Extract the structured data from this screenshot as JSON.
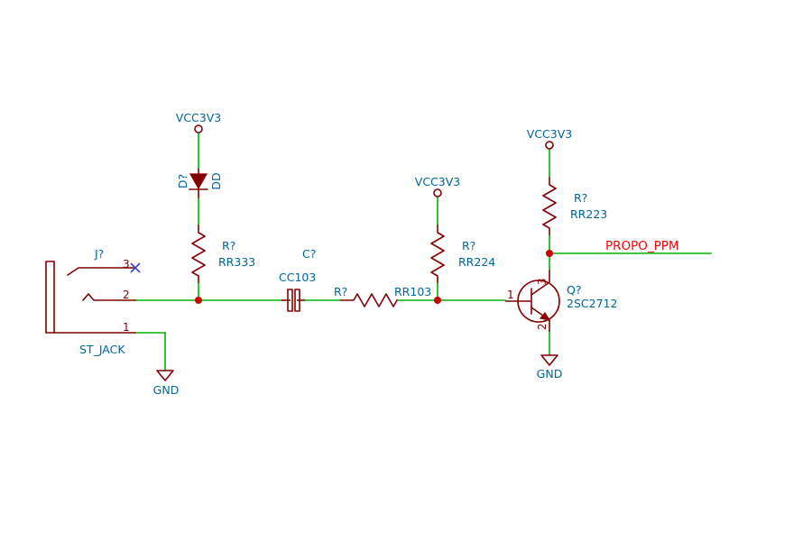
{
  "power": {
    "vcc_label": "VCC3V3",
    "gnd_label": "GND"
  },
  "jack": {
    "ref": "J?",
    "value": "ST_JACK",
    "pins": [
      "3",
      "2",
      "1"
    ]
  },
  "diode": {
    "ref": "D?",
    "value": "DD"
  },
  "r1": {
    "ref": "R?",
    "value": "RR333"
  },
  "cap": {
    "ref": "C?",
    "value": "CC103"
  },
  "r2": {
    "ref": "R?",
    "value": "RR103"
  },
  "r3": {
    "ref": "R?",
    "value": "RR224"
  },
  "r4": {
    "ref": "R?",
    "value": "RR223"
  },
  "transistor": {
    "ref": "Q?",
    "value": "2SC2712",
    "pins": [
      "1",
      "3",
      "2"
    ]
  },
  "net": {
    "output_label": "PROPO_PPM"
  },
  "colors": {
    "wire": "#00b400",
    "symbol": "#840000",
    "junction": "#c80000",
    "text": "#006699",
    "net_label": "#ff0000"
  }
}
